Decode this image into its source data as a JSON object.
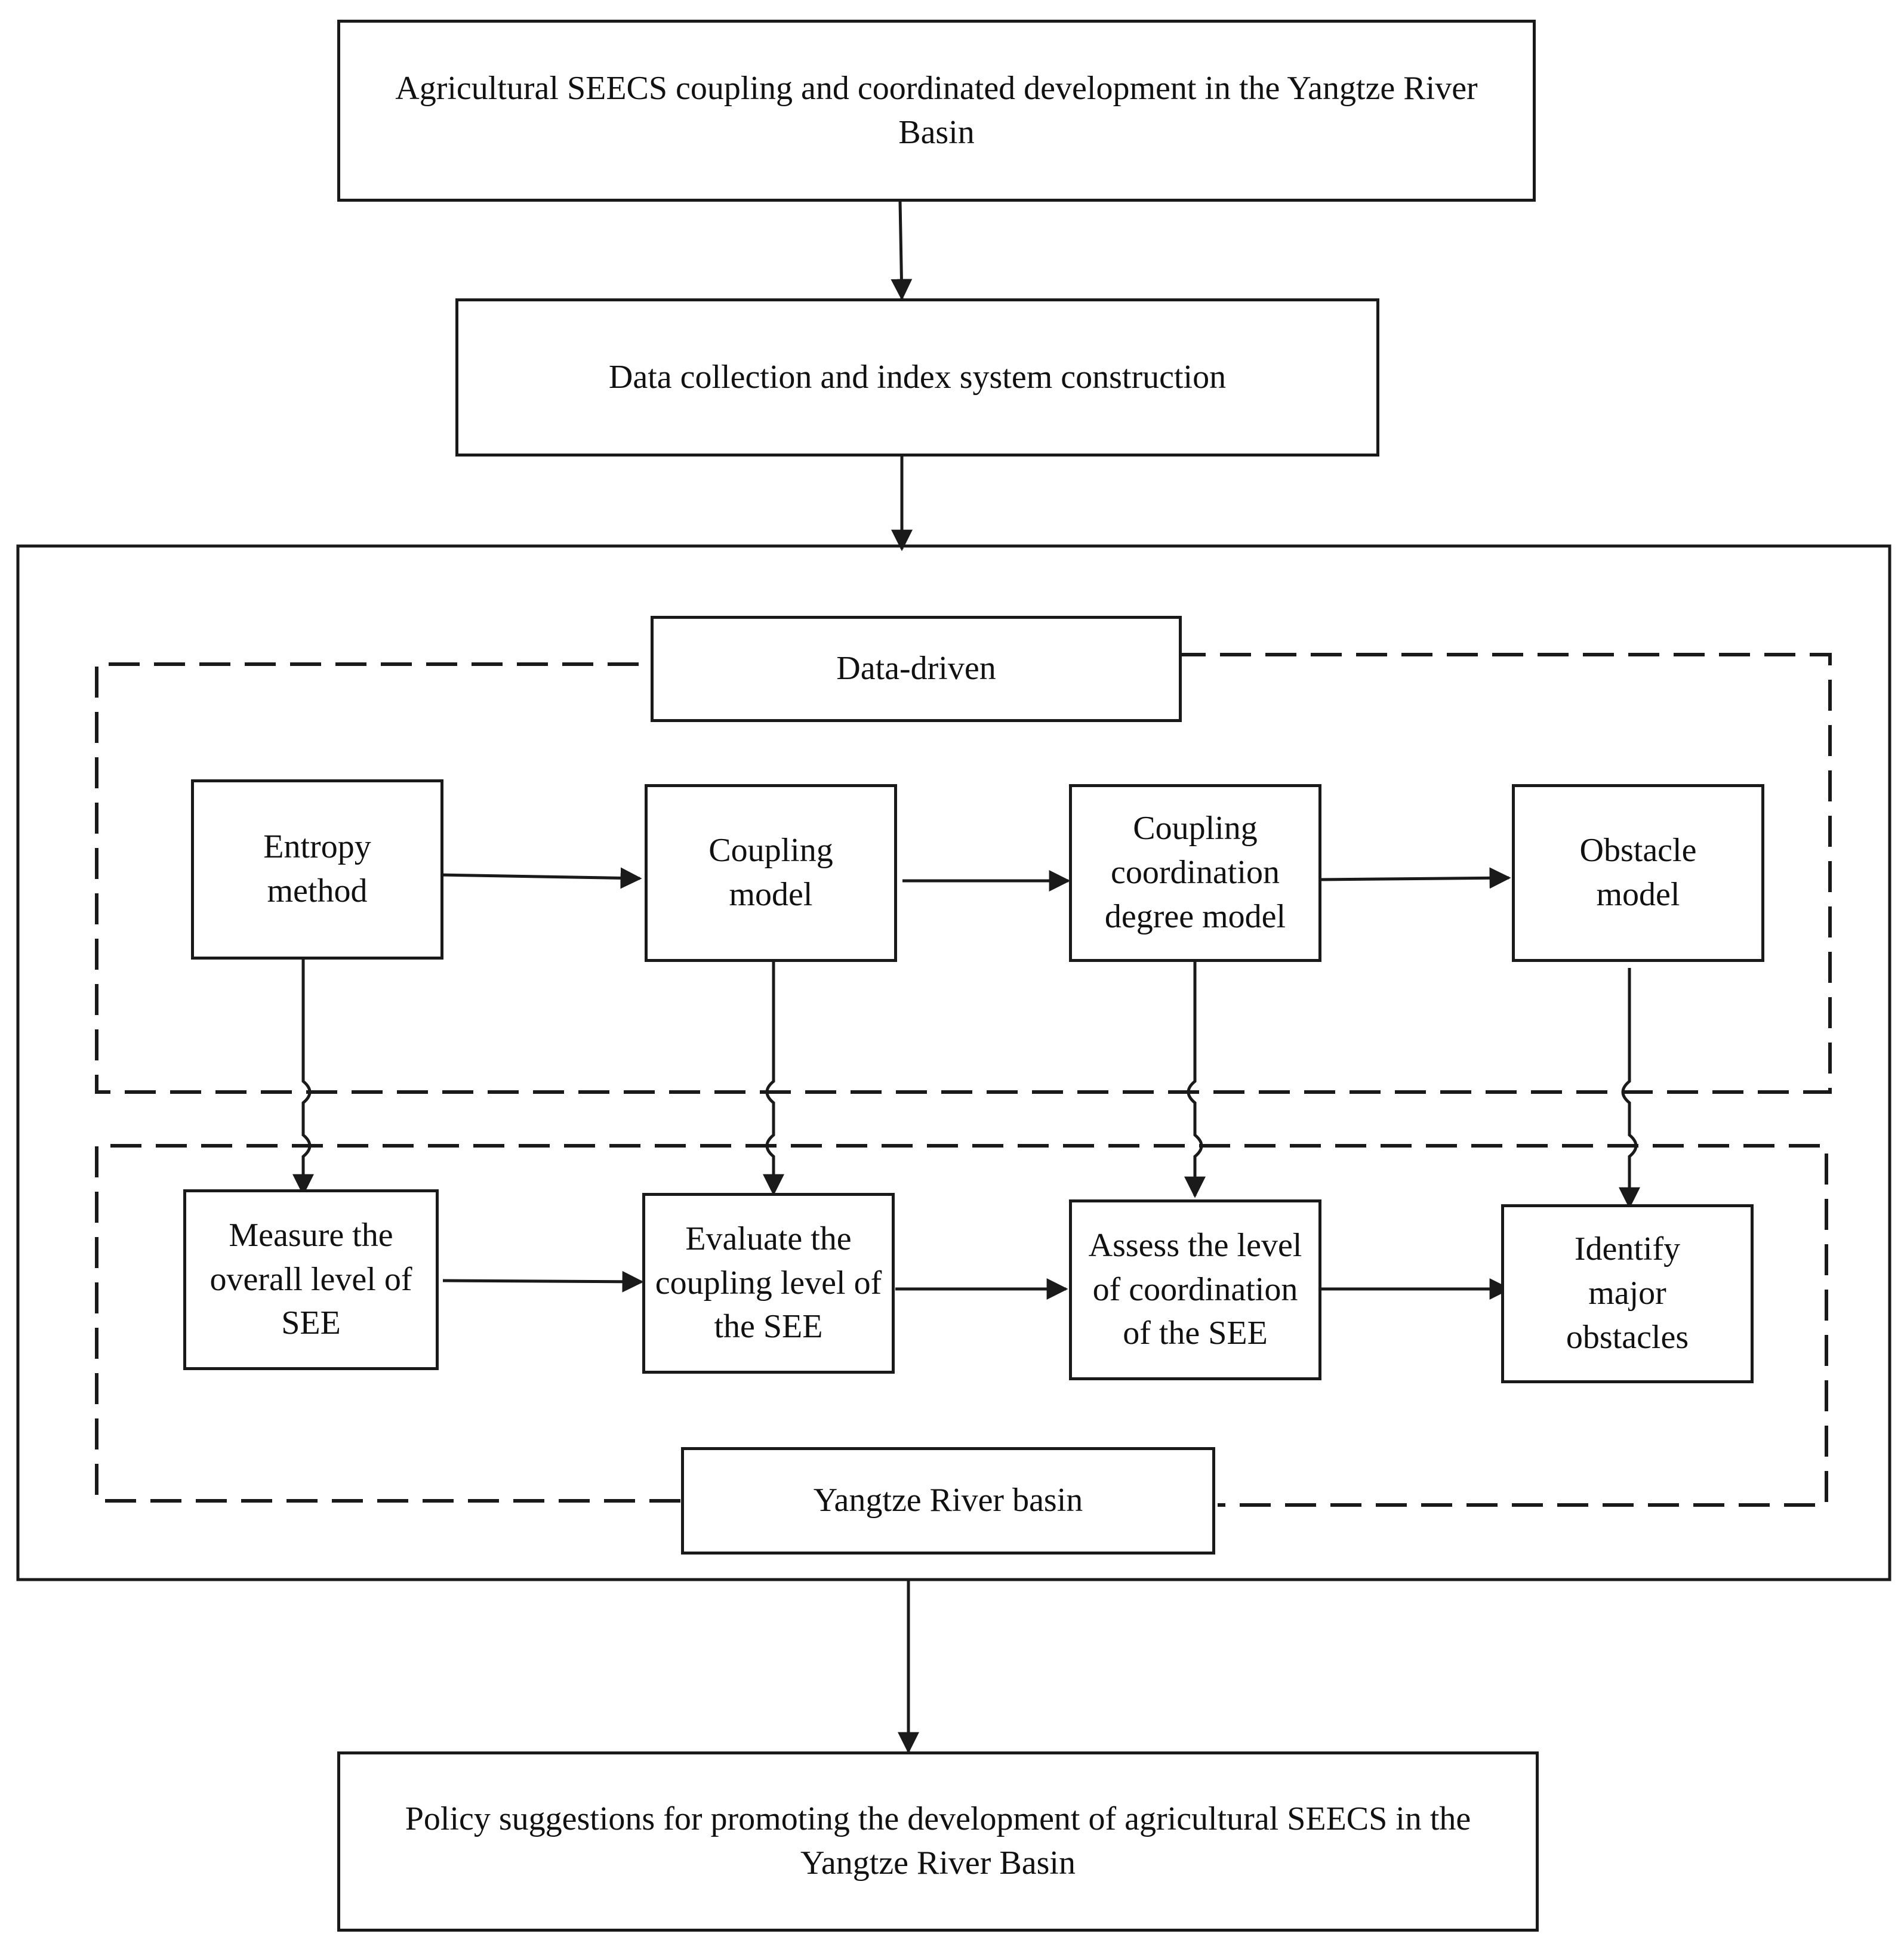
{
  "boxes": {
    "top": "Agricultural SEECS coupling and coordinated development in the Yangtze River Basin",
    "data_collection": "Data collection and index system construction",
    "data_driven": "Data-driven",
    "entropy": "Entropy method",
    "coupling_model": "Coupling model",
    "coupling_coordination": "Coupling coordination degree model",
    "obstacle": "Obstacle model",
    "measure": "Measure the overall level of SEE",
    "evaluate": "Evaluate the coupling level of the SEE",
    "assess": "Assess the level of coordination of the SEE",
    "identify": "Identify major obstacles",
    "yangtze_basin": "Yangtze River basin",
    "policy": "Policy suggestions for promoting the development of agricultural SEECS in the Yangtze River Basin"
  },
  "colors": {
    "stroke": "#1a1a1a",
    "background": "#ffffff",
    "text": "#111111"
  }
}
